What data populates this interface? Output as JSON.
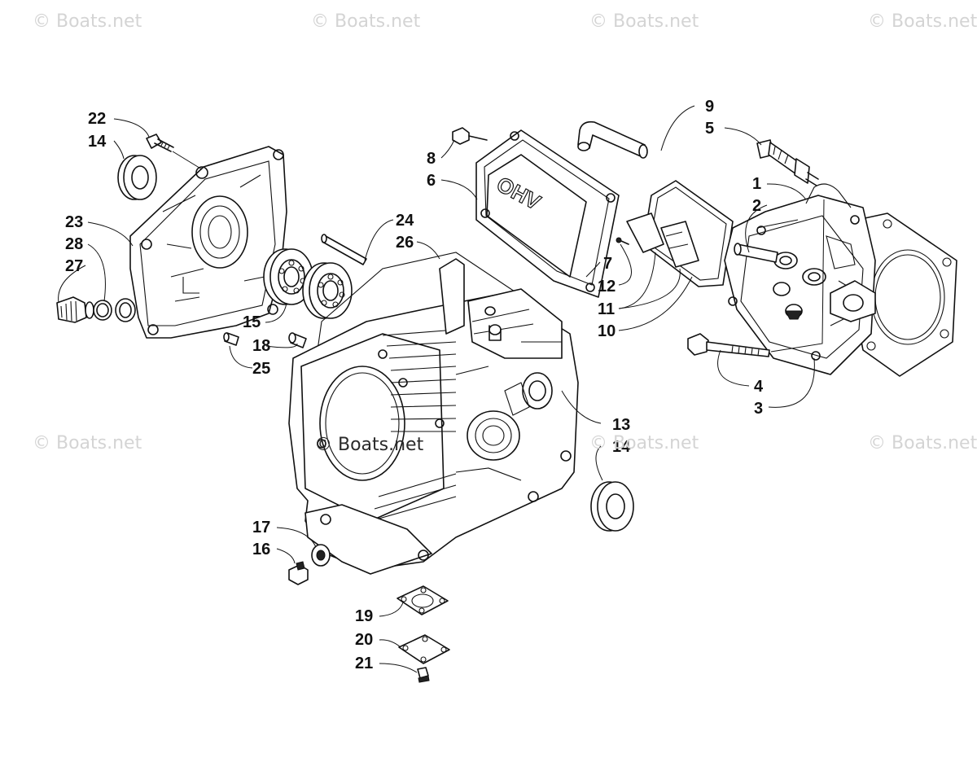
{
  "watermarks": {
    "text": "© Boats.net",
    "center_text": "© Boats.net"
  },
  "diagram": {
    "cover_label": "OHV",
    "callouts": {
      "c1": "1",
      "c2": "2",
      "c3": "3",
      "c4": "4",
      "c5": "5",
      "c6": "6",
      "c7": "7",
      "c8": "8",
      "c9": "9",
      "c10": "10",
      "c11": "11",
      "c12": "12",
      "c13": "13",
      "c14a": "14",
      "c14b": "14",
      "c15": "15",
      "c16": "16",
      "c17": "17",
      "c18": "18",
      "c19": "19",
      "c20": "20",
      "c21": "21",
      "c22": "22",
      "c23": "23",
      "c24": "24",
      "c25": "25",
      "c26": "26",
      "c27": "27",
      "c28": "28"
    }
  }
}
